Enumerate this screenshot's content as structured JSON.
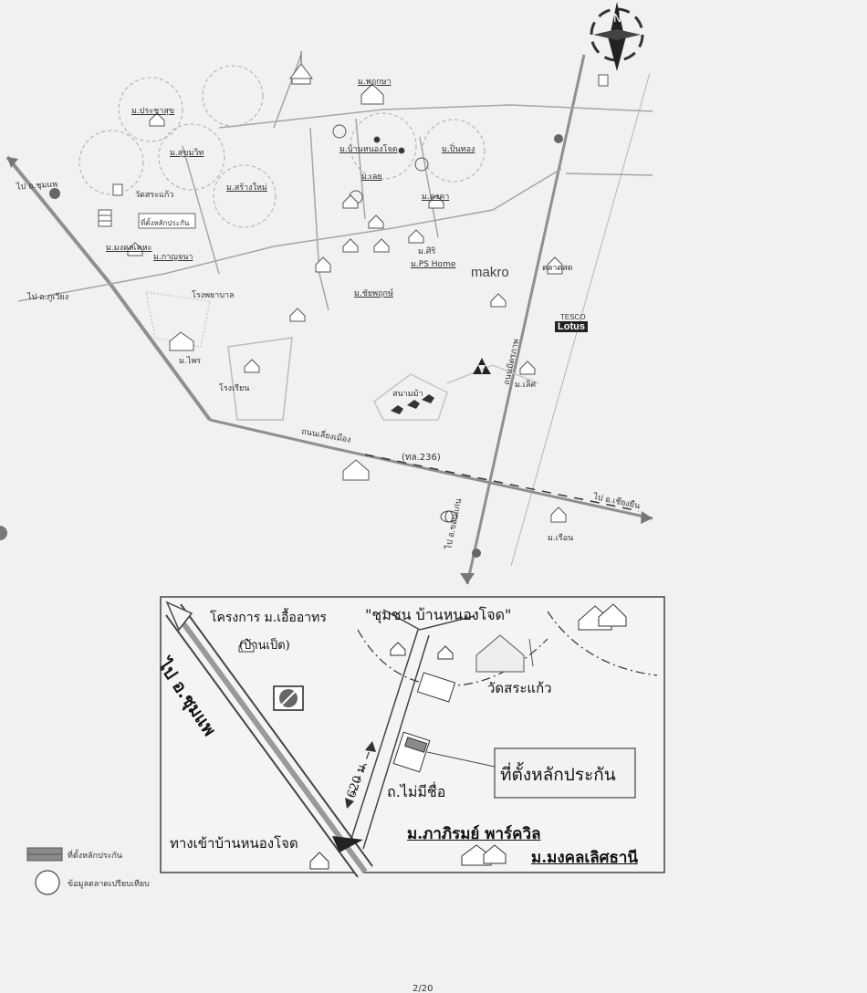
{
  "main_map": {
    "large_labels": {
      "makro": "makro",
      "tesco": "TESCO",
      "lotus": "Lotus",
      "highway_num": "(ทล.236)"
    },
    "road_labels": {
      "to_chumpae_left": "ไป อ.ชุมแพ",
      "to_wannaiwat_left": "ไป อ.ภูเวียง",
      "to_chiangyuen": "ไป อ.เชียงยืน",
      "to_khonkaen": "ไป อ.ขอนแก่น",
      "mitraphap": "ถนนมิตรภาพ",
      "bypass": "ถนนเลี่ยงเมือง"
    },
    "places": {
      "m_pruksa": "ม.พฤกษา",
      "m_baan_nongkot": "ม.บ้านหนองโจด",
      "m_pinyo": "ม.ปิ่นทอง",
      "m_prachasuk": "ม.ประชาสุข",
      "m_sukhumvit": "ม.สุขุมวิท",
      "m_loei": "ม.เลย",
      "m_khongkham": "ม.คงคา",
      "m_sangmai": "ม.สร้างใหม่",
      "m_kanchana": "ม.กาญจนา",
      "m_mongkol": "ม.มงคลเคหะ",
      "m_ps": "ม.PS Home",
      "m_chaiyapruek": "ม.ชัยพฤกษ์",
      "m_siri": "ม.ศิริ",
      "wat": "วัดสระแก้ว",
      "hospital": "โรงพยาบาล",
      "market": "ตลาดสด",
      "horse": "สนามม้า",
      "school": "โรงเรียน",
      "m_phrai": "ม.ไพร",
      "m_lert": "ม.เลิศ",
      "m_ruen": "ม.เรือน",
      "lak_prakan_small": "ที่ตั้งหลักประกัน"
    }
  },
  "inset": {
    "project": "โครงการ ม.เอื้ออาทร",
    "project_sub": "(บ้านเป็ด)",
    "community": "\"ชุมชน บ้านหนองโจด\"",
    "wat": "วัดสระแก้ว",
    "to_chumpae": "ไป อ.ชุมแพ",
    "distance": "620 ม.",
    "soi": "ถ.ไม่มีชื่อ",
    "collateral_box": "ที่ตั้งหลักประกัน",
    "entrance": "ทางเข้าบ้านหนองโจด",
    "m_phiromsuk": "ม.ภาภิรมย์ พาร์ควิล",
    "m_mongkol": "ม.มงคลเลิศธานี"
  },
  "legend": {
    "collateral": "ที่ตั้งหลักประกัน",
    "comparables": "ข้อมูลตลาดเปรียบเทียบ"
  },
  "page_number": "2/20",
  "colors": {
    "paper": "#f1f1ef",
    "road": "#8f8f8f",
    "road_dark": "#555555",
    "collateral_fill": "#8a8a8a"
  },
  "icons": [
    "north-arrow-icon",
    "house-icon",
    "temple-icon",
    "gas-station-icon",
    "toyota-logo-icon",
    "mitsubishi-logo-icon"
  ]
}
